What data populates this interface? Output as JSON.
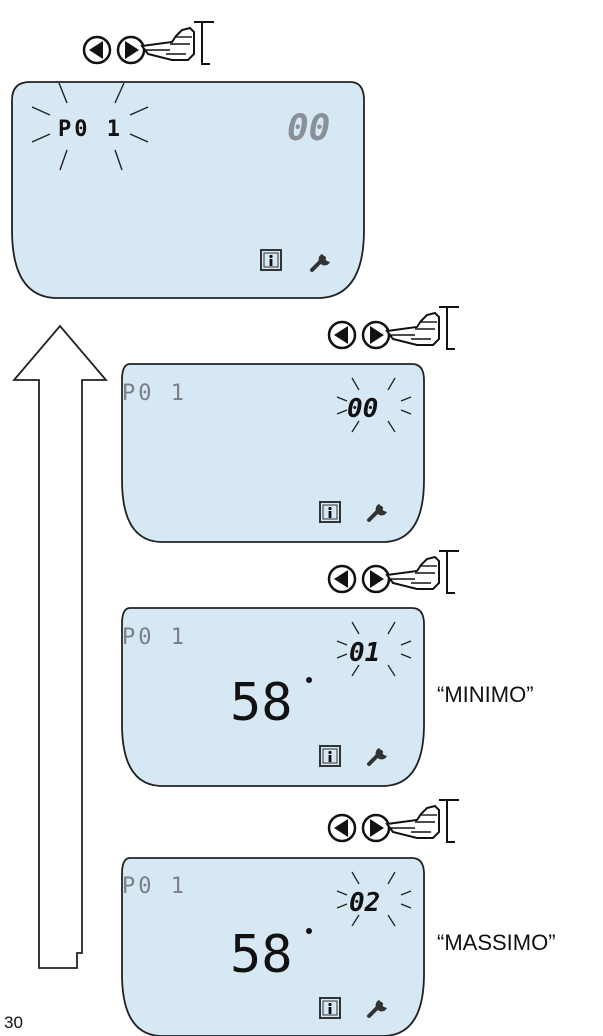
{
  "panels": [
    {
      "param": "P0 1",
      "value": "00",
      "value_blinking": false,
      "param_blinking": true,
      "temperature": "",
      "label": ""
    },
    {
      "param": "P0 1",
      "value": "00",
      "value_blinking": true,
      "param_blinking": false,
      "temperature": "",
      "label": ""
    },
    {
      "param": "P0 1",
      "value": "01",
      "value_blinking": true,
      "param_blinking": false,
      "temperature": "58",
      "label": "“MINIMO”"
    },
    {
      "param": "P0 1",
      "value": "02",
      "value_blinking": true,
      "param_blinking": false,
      "temperature": "58",
      "label": "“MASSIMO”"
    }
  ],
  "icons": [
    "left-arrow-button-icon",
    "right-arrow-button-icon",
    "pointing-hand-icon",
    "info-icon",
    "wrench-icon",
    "cycle-return-arrow-icon"
  ],
  "colors": {
    "display_bg": "#d6e8f4",
    "outline": "#222222",
    "segment_grey": "#7a7f85"
  },
  "page_number": "30"
}
